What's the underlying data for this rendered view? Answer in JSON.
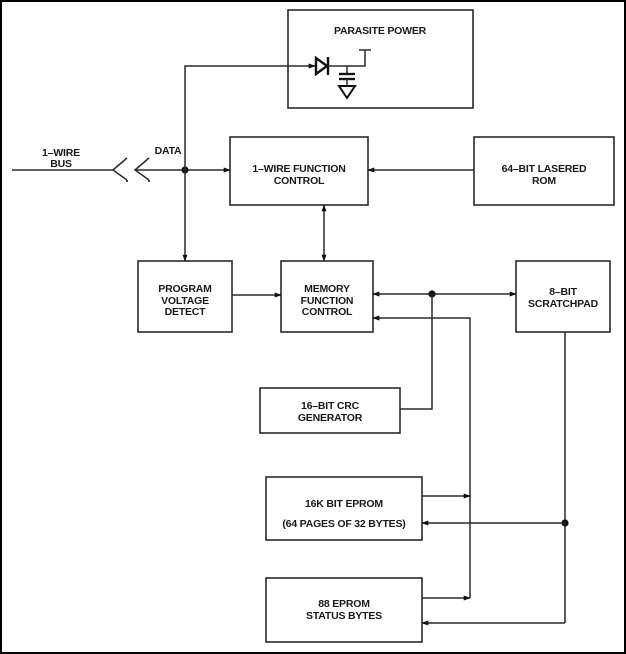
{
  "diagram": {
    "external": {
      "bus_label_line1": "1–WIRE",
      "bus_label_line2": "BUS",
      "data_label": "DATA"
    },
    "blocks": {
      "parasite_power": {
        "line1": "PARASITE POWER"
      },
      "wire_function_control": {
        "line1": "1–WIRE FUNCTION",
        "line2": "CONTROL"
      },
      "lasered_rom": {
        "line1": "64–BIT LASERED",
        "line2": "ROM"
      },
      "program_voltage_detect": {
        "line1": "PROGRAM",
        "line2": "VOLTAGE",
        "line3": "DETECT"
      },
      "memory_function_control": {
        "line1": "MEMORY",
        "line2": "FUNCTION",
        "line3": "CONTROL"
      },
      "scratchpad": {
        "line1": "8–BIT",
        "line2": "SCRATCHPAD"
      },
      "crc_generator": {
        "line1": "16–BIT CRC",
        "line2": "GENERATOR"
      },
      "eprom": {
        "line1": "16K BIT EPROM",
        "line2": "(64 PAGES OF 32 BYTES)"
      },
      "status_bytes": {
        "line1": "88 EPROM",
        "line2": "STATUS BYTES"
      }
    },
    "connections": [
      {
        "from": "1-wire bus",
        "to": "data node",
        "type": "connector"
      },
      {
        "from": "data node",
        "to": "parasite power",
        "type": "arrow"
      },
      {
        "from": "data node",
        "to": "1-wire function control",
        "type": "arrow"
      },
      {
        "from": "data node",
        "to": "program voltage detect",
        "type": "arrow"
      },
      {
        "from": "64-bit lasered rom",
        "to": "1-wire function control",
        "type": "arrow"
      },
      {
        "from": "1-wire function control",
        "to": "memory function control",
        "type": "bidirectional"
      },
      {
        "from": "program voltage detect",
        "to": "memory function control",
        "type": "arrow"
      },
      {
        "from": "memory function control",
        "to": "8-bit scratchpad",
        "type": "bidirectional"
      },
      {
        "from": "16-bit crc generator",
        "to": "memory bus node",
        "type": "line"
      },
      {
        "from": "16k bit eprom",
        "to": "memory function control",
        "type": "arrow"
      },
      {
        "from": "88 eprom status bytes",
        "to": "memory function control",
        "type": "arrow"
      },
      {
        "from": "8-bit scratchpad",
        "to": "16k bit eprom",
        "type": "arrow"
      },
      {
        "from": "8-bit scratchpad",
        "to": "88 eprom status bytes",
        "type": "arrow"
      }
    ]
  }
}
